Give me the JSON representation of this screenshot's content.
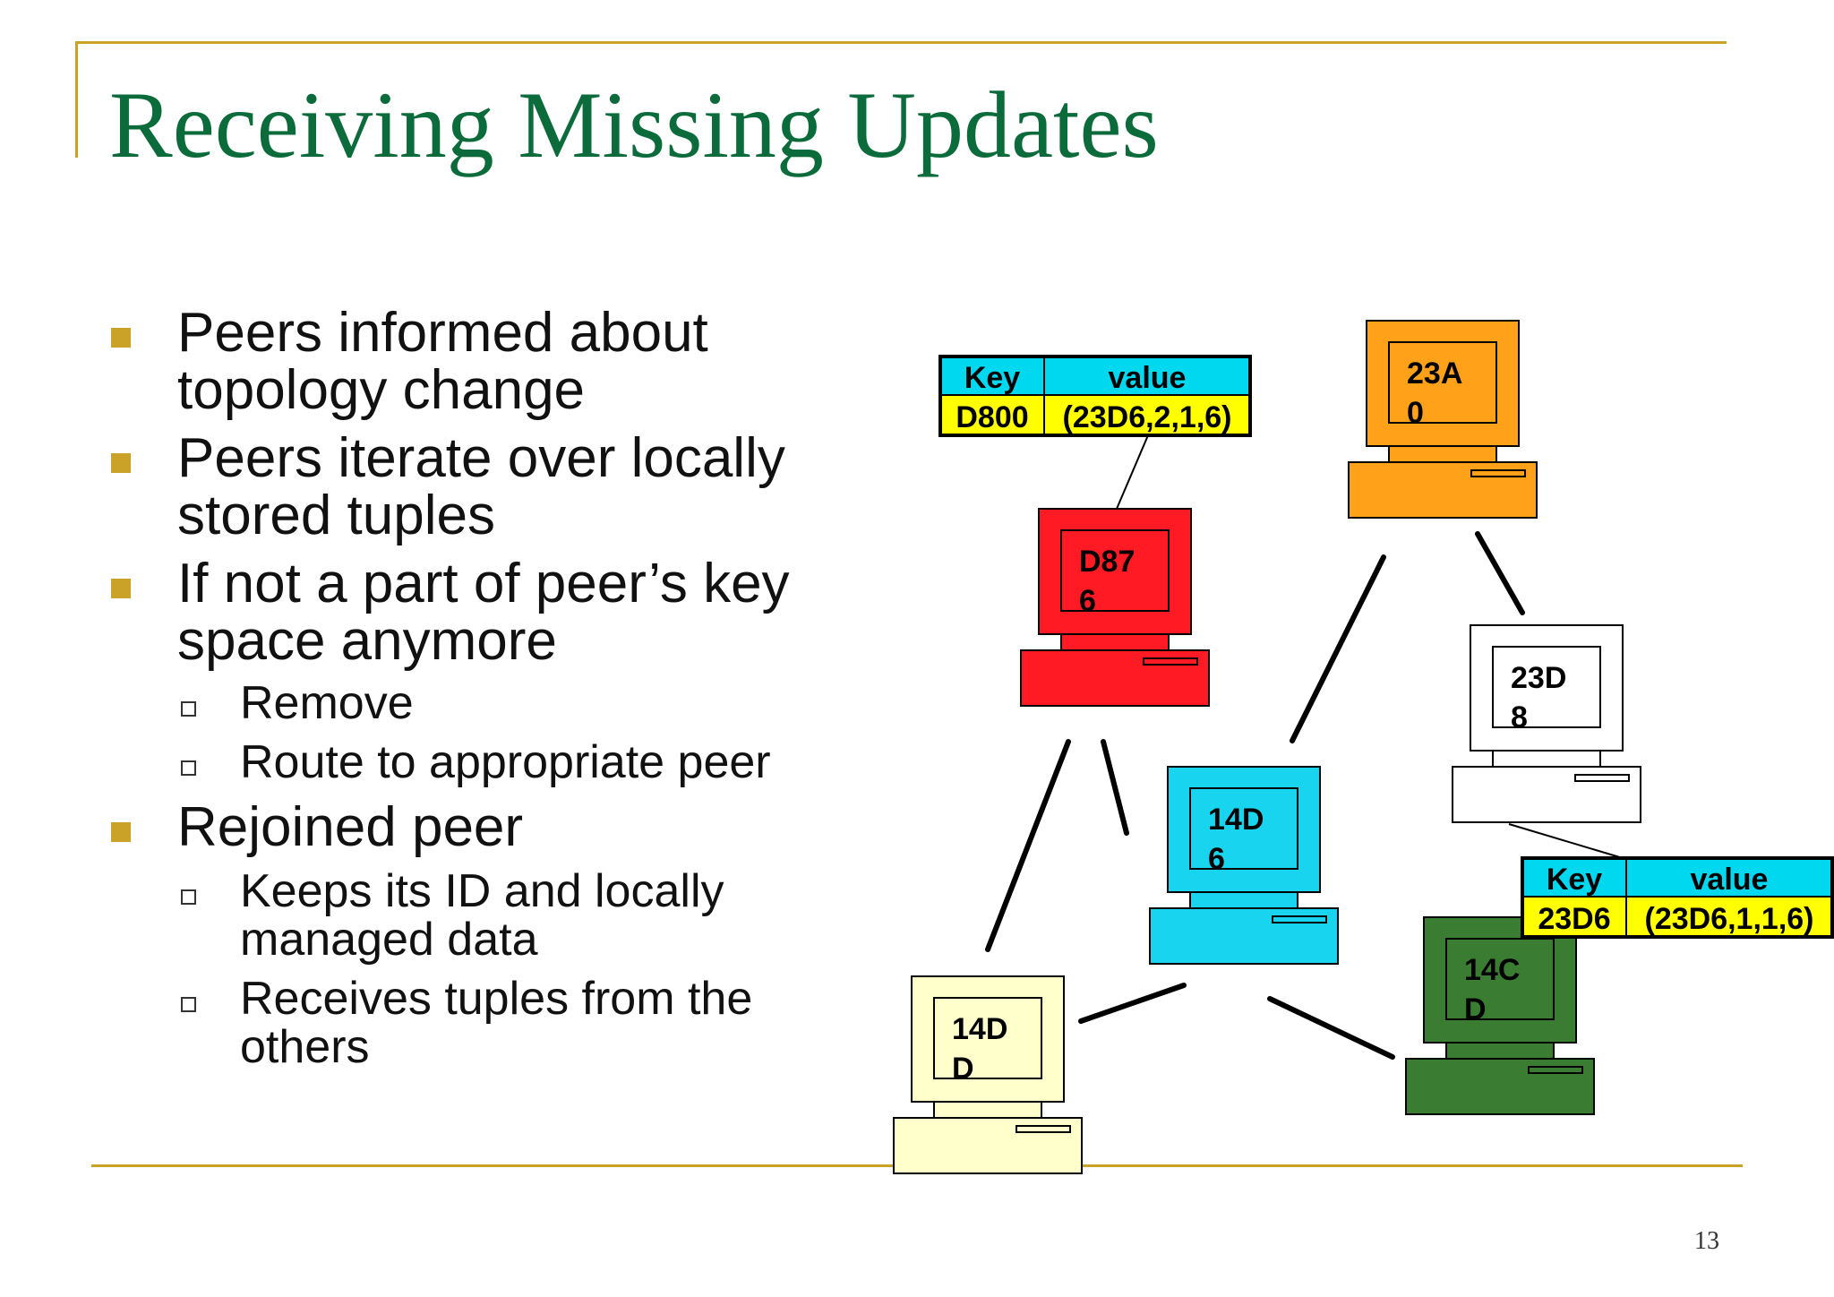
{
  "slide": {
    "title": "Receiving Missing Updates",
    "page_number": "13"
  },
  "bullets": [
    {
      "level": 1,
      "text": "Peers informed about topology change"
    },
    {
      "level": 1,
      "text": "Peers iterate over locally stored tuples"
    },
    {
      "level": 1,
      "text": "If not a part of peer’s key space anymore"
    },
    {
      "level": 2,
      "text": "Remove"
    },
    {
      "level": 2,
      "text": "Route to appropriate peer"
    },
    {
      "level": 1,
      "text": "Rejoined peer"
    },
    {
      "level": 2,
      "text": "Keeps its ID and locally managed data"
    },
    {
      "level": 2,
      "text": "Receives tuples from the others"
    }
  ],
  "colors": {
    "title": "#0b6b3a",
    "accent": "#c9a227",
    "kv_header": "#00d8f0",
    "kv_row": "#ffff00"
  },
  "nodes": [
    {
      "id": "d876",
      "label_line1": "D87",
      "label_line2": "6",
      "color": "#ff1a24"
    },
    {
      "id": "23a0",
      "label_line1": "23A",
      "label_line2": "0",
      "color": "#ffa21a"
    },
    {
      "id": "23d8",
      "label_line1": "23D",
      "label_line2": "8",
      "color": "#ffffff"
    },
    {
      "id": "14d6",
      "label_line1": "14D",
      "label_line2": "6",
      "color": "#18d4ee"
    },
    {
      "id": "14cd",
      "label_line1": "14C",
      "label_line2": "D",
      "color": "#3a7d32"
    },
    {
      "id": "14dd",
      "label_line1": "14D",
      "label_line2": "D",
      "color": "#ffffcc"
    }
  ],
  "kv_tables": [
    {
      "id": "kv-d876",
      "header_key": "Key",
      "header_value": "value",
      "key": "D800",
      "value": "(23D6,2,1,6)"
    },
    {
      "id": "kv-23d8",
      "header_key": "Key",
      "header_value": "value",
      "key": "23D6",
      "value": "(23D6,1,1,6)"
    }
  ]
}
